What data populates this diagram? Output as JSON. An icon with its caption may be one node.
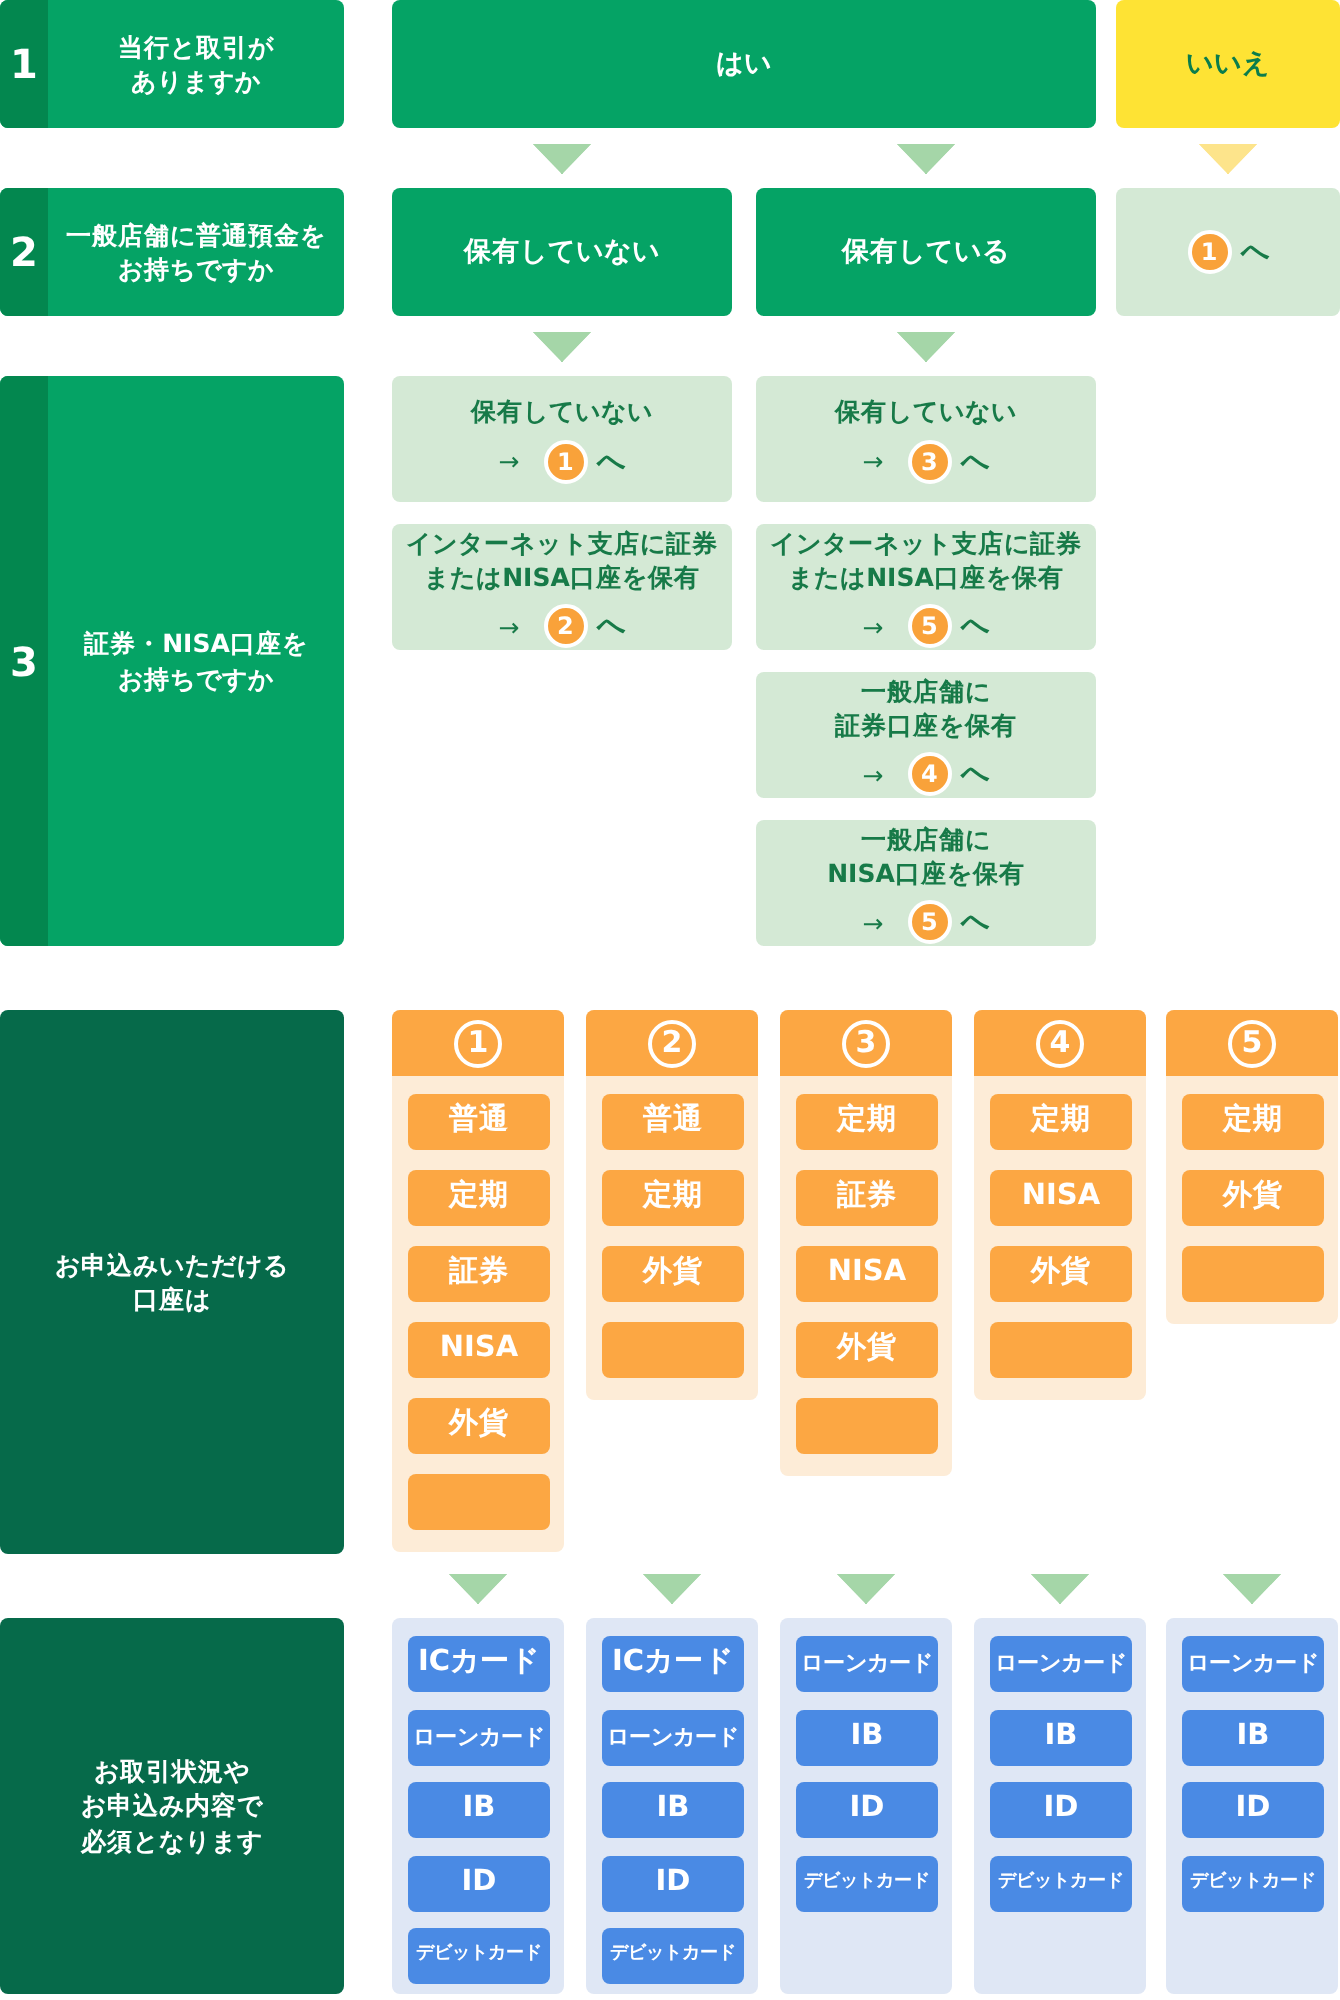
{
  "diagram": {
    "nodes": [
      {
        "text": [
          "1",
          "当行と取引がありますか"
        ]
      },
      {
        "text": [
          "はい"
        ]
      },
      {
        "text": [
          "いいえ"
        ]
      },
      {
        "text": [
          "2",
          "一般店舗に普通預金をお持ちですか"
        ]
      },
      {
        "text": [
          "保有していない"
        ]
      },
      {
        "text": [
          "保有している"
        ]
      },
      {
        "text": [
          "1",
          "へ"
        ]
      },
      {
        "text": [
          "3",
          "証券・NISA口座をお持ちですか"
        ]
      },
      {
        "text": [
          "保有していない",
          "→",
          "1",
          "へ"
        ]
      },
      {
        "text": [
          "保有していない",
          "→",
          "3",
          "へ"
        ]
      },
      {
        "text": [
          "インターネット支店に証券またはNISA口座を保有",
          "→",
          "2",
          "へ"
        ]
      },
      {
        "text": [
          "インターネット支店に証券またはNISA口座を保有",
          "→",
          "5",
          "へ"
        ]
      },
      {
        "text": [
          "一般店舗に証券口座を保有",
          "→",
          "4",
          "へ"
        ]
      },
      {
        "text": [
          "一般店舗にNISA口座を保有",
          "→",
          "5",
          "へ"
        ]
      },
      {
        "text": [
          "お申込みいただける口座は"
        ]
      },
      {
        "text": [
          "1"
        ]
      },
      {
        "text": [
          "普通"
        ],
        "in": 15
      },
      {
        "text": [
          "定期"
        ],
        "in": 15
      },
      {
        "text": [
          "証券"
        ],
        "in": 15
      },
      {
        "text": [
          "NISA"
        ],
        "in": 15
      },
      {
        "text": [
          "外貨"
        ],
        "in": 15
      },
      {
        "text": [],
        "shape": "box",
        "in": 15
      },
      {
        "text": [
          "2"
        ]
      },
      {
        "text": [
          "普通"
        ],
        "in": 22
      },
      {
        "text": [
          "定期"
        ],
        "in": 22
      },
      {
        "text": [
          "外貨"
        ],
        "in": 22
      },
      {
        "text": [],
        "shape": "box",
        "in": 22
      },
      {
        "text": [
          "3"
        ]
      },
      {
        "text": [
          "定期"
        ],
        "in": 27
      },
      {
        "text": [
          "証券"
        ],
        "in": 27
      },
      {
        "text": [
          "NISA"
        ],
        "in": 27
      },
      {
        "text": [
          "外貨"
        ],
        "in": 27
      },
      {
        "text": [],
        "shape": "box",
        "in": 27
      },
      {
        "text": [
          "4"
        ]
      },
      {
        "text": [
          "定期"
        ],
        "in": 33
      },
      {
        "text": [
          "NISA"
        ],
        "in": 33
      },
      {
        "text": [
          "外貨"
        ],
        "in": 33
      },
      {
        "text": [],
        "shape": "box",
        "in": 33
      },
      {
        "text": [
          "5"
        ]
      },
      {
        "text": [
          "定期"
        ],
        "in": 38
      },
      {
        "text": [
          "外貨"
        ],
        "in": 38
      },
      {
        "text": [],
        "shape": "box",
        "in": 38
      },
      {
        "text": [
          "お取引状況やお申込み内容で必須となります"
        ]
      },
      {
        "text": [],
        "shape": "box"
      },
      {
        "text": [
          "ICカード"
        ],
        "in": 43
      },
      {
        "text": [
          "ローンカード"
        ],
        "in": 43
      },
      {
        "text": [
          "IB"
        ],
        "in": 43
      },
      {
        "text": [
          "ID"
        ],
        "in": 43
      },
      {
        "text": [
          "デビットカード"
        ],
        "in": 43
      },
      {
        "text": [],
        "shape": "box"
      },
      {
        "text": [
          "ICカード"
        ],
        "in": 49
      },
      {
        "text": [
          "ローンカード"
        ],
        "in": 49
      },
      {
        "text": [
          "IB"
        ],
        "in": 49
      },
      {
        "text": [
          "ID"
        ],
        "in": 49
      },
      {
        "text": [
          "デビットカード"
        ],
        "in": 49
      },
      {
        "text": [],
        "shape": "box"
      },
      {
        "text": [
          "ローンカード"
        ],
        "in": 55
      },
      {
        "text": [
          "IB"
        ],
        "in": 55
      },
      {
        "text": [
          "ID"
        ],
        "in": 55
      },
      {
        "text": [
          "デビットカード"
        ],
        "in": 55
      },
      {
        "text": [],
        "shape": "box"
      },
      {
        "text": [
          "ローンカード"
        ],
        "in": 60
      },
      {
        "text": [
          "IB"
        ],
        "in": 60
      },
      {
        "text": [
          "ID"
        ],
        "in": 60
      },
      {
        "text": [
          "デビットカード"
        ],
        "in": 60
      },
      {
        "text": [],
        "shape": "box"
      },
      {
        "text": [
          "ローンカード"
        ],
        "in": 65
      },
      {
        "text": [
          "IB"
        ],
        "in": 65
      },
      {
        "text": [
          "ID"
        ],
        "in": 65
      },
      {
        "text": [
          "デビットカード"
        ],
        "in": 65
      }
    ],
    "edges": [
      {
        "from": 1,
        "to": 4,
        "arrow": "to"
      },
      {
        "from": 1,
        "to": 5,
        "arrow": "to"
      },
      {
        "from": 2,
        "to": 6,
        "arrow": "to",
        "color": "#fde48b"
      },
      {
        "from": 4,
        "to": 8,
        "arrow": "to"
      },
      {
        "from": 5,
        "to": 9,
        "arrow": "to"
      },
      {
        "from": 15,
        "to": 43,
        "arrow": "to"
      },
      {
        "from": null,
        "to": 49,
        "arrow": "to"
      },
      {
        "from": null,
        "to": 55,
        "arrow": "to"
      },
      {
        "from": null,
        "to": 60,
        "arrow": "to"
      },
      {
        "from": null,
        "to": 65,
        "arrow": "to"
      }
    ]
  }
}
